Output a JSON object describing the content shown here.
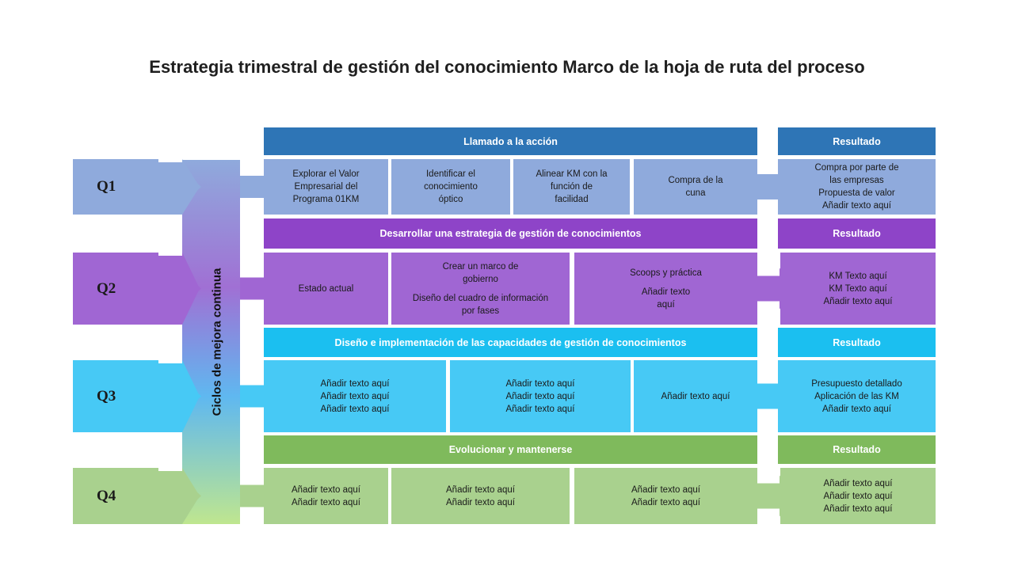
{
  "title": "Estrategia trimestral de gestión del conocimiento Marco de la hoja de ruta del proceso",
  "cycle_label": "Ciclos de mejora continua",
  "colors": {
    "q1": "#8faadc",
    "q1_header": "#2e75b6",
    "q2": "#a066d3",
    "q2_header": "#8e44c8",
    "q3": "#47c9f5",
    "q3_header": "#1bbff0",
    "q4": "#a9d18e",
    "q4_header": "#7fba5c"
  },
  "rows": [
    {
      "quarter": "Q1",
      "header": "Llamado a la acción",
      "result_header": "Resultado",
      "cells": [
        [
          "Explorar el Valor",
          "Empresarial del",
          "Programa 01KM"
        ],
        [
          "Identificar el",
          "conocimiento",
          "óptico"
        ],
        [
          "Alinear KM con la",
          "función de",
          "facilidad"
        ],
        [
          "Compra de la",
          "cuna"
        ]
      ],
      "result": [
        "Compra por parte de",
        "las empresas",
        "Propuesta de valor",
        "Añadir texto aquí"
      ]
    },
    {
      "quarter": "Q2",
      "header": "Desarrollar una estrategia de gestión de conocimientos",
      "result_header": "Resultado",
      "cells": [
        [
          "Estado actual"
        ],
        [
          "Crear un marco de",
          "gobierno",
          "",
          "Diseño del cuadro de información",
          "por fases"
        ],
        [
          "Scoops y práctica",
          "",
          "Añadir texto",
          "aquí"
        ]
      ],
      "result": [
        "KM Texto aquí",
        "KM Texto aquí",
        "Añadir texto aquí"
      ]
    },
    {
      "quarter": "Q3",
      "header": "Diseño e implementación de las capacidades de gestión de conocimientos",
      "result_header": "Resultado",
      "cells": [
        [
          "Añadir texto aquí",
          "Añadir texto aquí",
          "Añadir texto aquí"
        ],
        [
          "Añadir texto aquí",
          "Añadir texto aquí",
          "Añadir texto aquí"
        ],
        [
          "Añadir texto aquí"
        ]
      ],
      "result": [
        "Presupuesto detallado",
        "Aplicación de las KM",
        "Añadir texto aquí"
      ]
    },
    {
      "quarter": "Q4",
      "header": "Evolucionar y mantenerse",
      "result_header": "Resultado",
      "cells": [
        [
          "Añadir texto aquí",
          "Añadir texto aquí"
        ],
        [
          "Añadir texto aquí",
          "Añadir texto aquí"
        ],
        [
          "Añadir texto aquí",
          "Añadir texto aquí"
        ]
      ],
      "result": [
        "Añadir texto aquí",
        "Añadir texto aquí",
        "Añadir texto aquí"
      ]
    }
  ]
}
